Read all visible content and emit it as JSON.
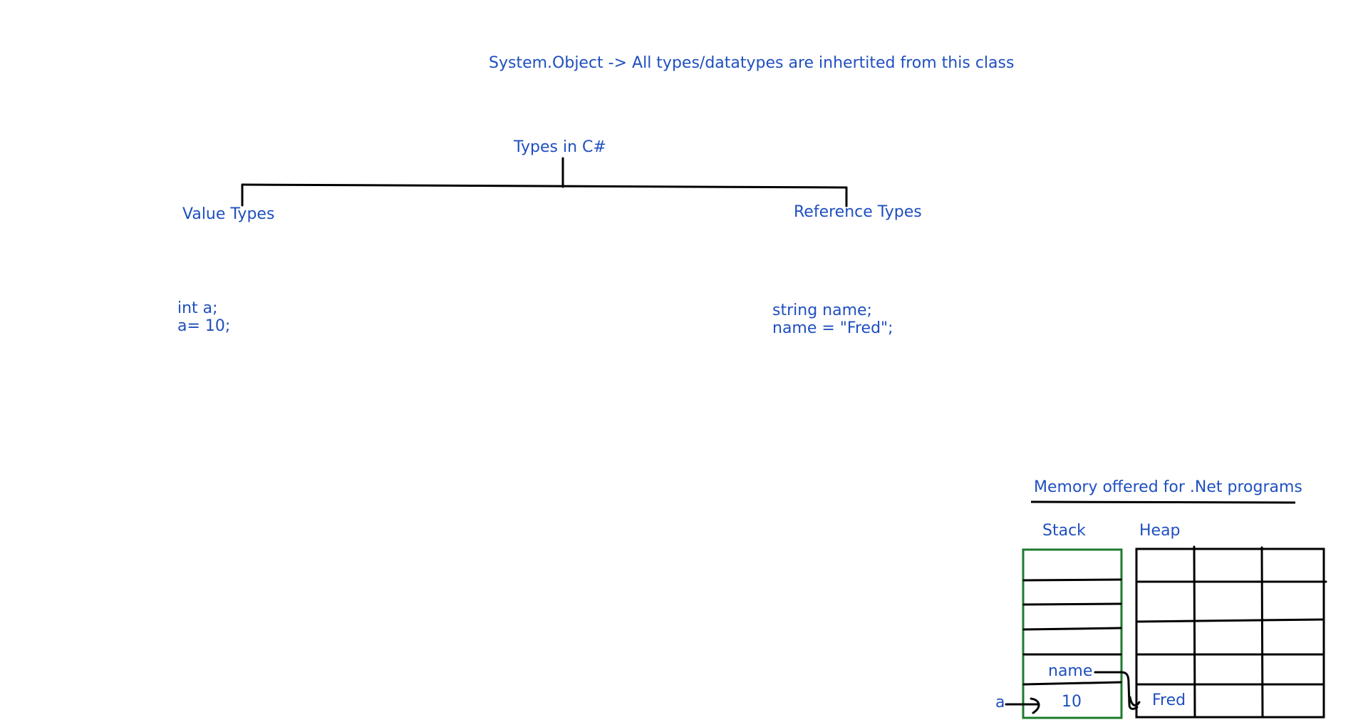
{
  "header_note": "System.Object -> All types/datatypes are inhertited from this class",
  "tree": {
    "root": "Types in C#",
    "left": "Value Types",
    "right": "Reference Types"
  },
  "value_example": {
    "line1": "int a;",
    "line2": "a= 10;"
  },
  "reference_example": {
    "line1": "string name;",
    "line2": "name = \"Fred\";"
  },
  "memory": {
    "title": "Memory offered for .Net programs",
    "stack_label": "Stack",
    "heap_label": "Heap",
    "stack_name_cell": "name",
    "stack_value_cell": "10",
    "pointer_label": "a",
    "heap_value_cell": "Fred"
  },
  "colors": {
    "text": "#1f4fbf",
    "stack_border": "#1e7a2e",
    "lines": "#000000"
  }
}
